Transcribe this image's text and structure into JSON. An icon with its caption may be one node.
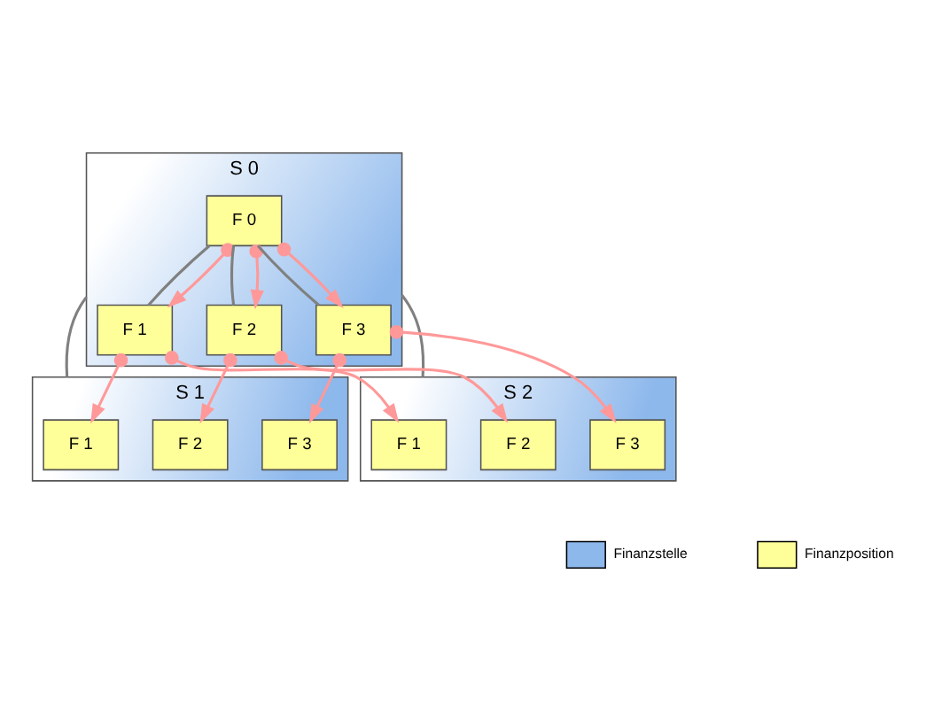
{
  "diagram": {
    "nodes": [
      {
        "text": [
          "S 0"
        ]
      },
      {
        "text": [
          "F 0"
        ],
        "in": 0
      },
      {
        "text": [
          "F 1"
        ],
        "in": 0
      },
      {
        "text": [
          "F 2"
        ],
        "in": 0
      },
      {
        "text": [
          "F 3"
        ],
        "in": 0
      },
      {
        "text": [
          "S 1"
        ]
      },
      {
        "text": [
          "F 1"
        ],
        "in": 5
      },
      {
        "text": [
          "F 2"
        ],
        "in": 5
      },
      {
        "text": [
          "F 3"
        ],
        "in": 5
      },
      {
        "text": [
          "S 2"
        ]
      },
      {
        "text": [
          "F 1"
        ],
        "in": 9
      },
      {
        "text": [
          "F 2"
        ],
        "in": 9
      },
      {
        "text": [
          "F 3"
        ],
        "in": 9
      }
    ],
    "edges": [
      {
        "from": 1,
        "to": 2,
        "arrow": "none",
        "color": "#808080"
      },
      {
        "from": 1,
        "to": 3,
        "arrow": "none",
        "color": "#808080"
      },
      {
        "from": 1,
        "to": 4,
        "arrow": "none",
        "color": "#808080"
      },
      {
        "from": 0,
        "to": 5,
        "arrow": "none",
        "color": "#808080"
      },
      {
        "from": 0,
        "to": 9,
        "arrow": "none",
        "color": "#808080"
      },
      {
        "from": 1,
        "to": 2,
        "arrow": "to"
      },
      {
        "from": 1,
        "to": 3,
        "arrow": "to"
      },
      {
        "from": 1,
        "to": 4,
        "arrow": "to"
      },
      {
        "from": 2,
        "to": 6,
        "arrow": "to"
      },
      {
        "from": 2,
        "to": 10,
        "arrow": "to"
      },
      {
        "from": 3,
        "to": 7,
        "arrow": "to"
      },
      {
        "from": 3,
        "to": 11,
        "arrow": "to"
      },
      {
        "from": 4,
        "to": 8,
        "arrow": "to"
      },
      {
        "from": 4,
        "to": 12,
        "arrow": "to"
      }
    ],
    "legend": [
      {
        "text": "Finanzstelle",
        "color": "#8db8ec"
      },
      {
        "text": "Finanzposition",
        "color": "#ffff99"
      }
    ]
  }
}
